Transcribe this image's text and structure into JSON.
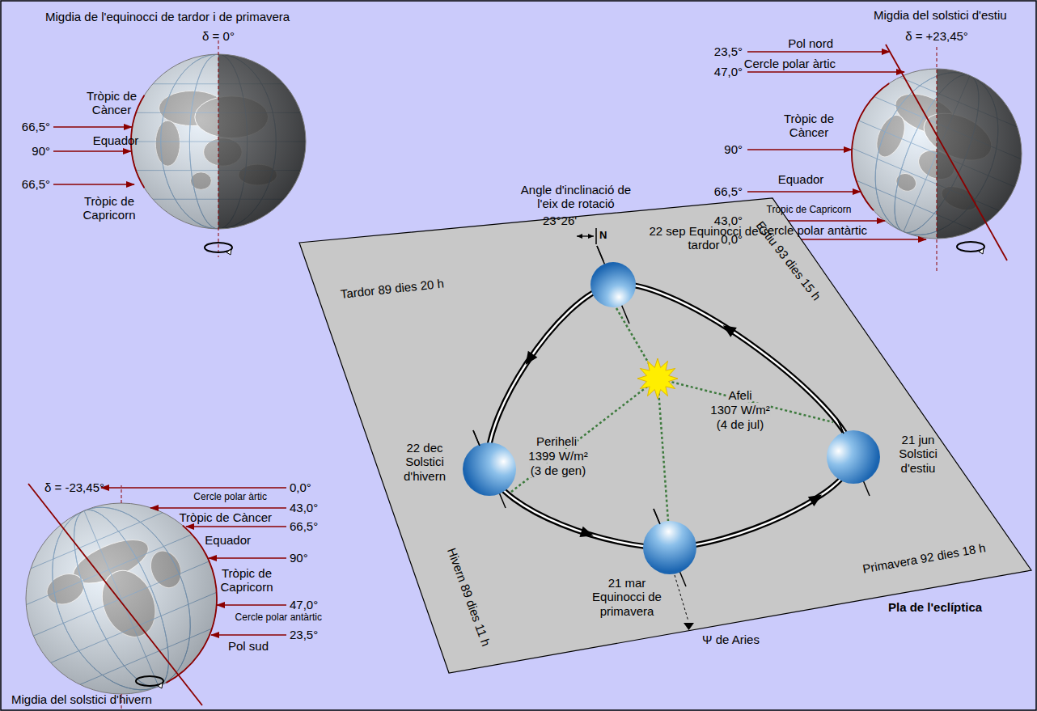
{
  "diagram": {
    "labels": [
      "Migdia de l'equinocci de tardor i de primavera",
      "δ = 0°",
      "Tròpic de Càncer",
      "66,5°",
      "90°",
      "Equador",
      "66,5°",
      "Tròpic de Capricorn",
      "Migdia del solstici d'estiu",
      "δ = +23,45°",
      "23,5°",
      "Pol nord",
      "47,0°",
      "Cercle polar àrtic",
      "Tròpic de Càncer",
      "90°",
      "66,5°",
      "Equador",
      "43,0°",
      "Tròpic de Capricorn",
      "0,0°",
      "Cercle polar antàrtic",
      "δ = -23,45°",
      "0,0°",
      "Cercle polar àrtic",
      "43,0°",
      "Tròpic de Càncer",
      "66,5°",
      "Equador",
      "90°",
      "Tròpic de Capricorn",
      "47,0°",
      "Cercle polar antàrtic",
      "23,5°",
      "Pol sud",
      "Migdia del solstici d'hivern",
      "Angle d'inclinació de l'eix de rotació",
      "23°26'",
      "N",
      "Estiu 93 dies 15 h",
      "22 sep Equinocci de tardor",
      "Tardor 89 dies 20 h",
      "Afeli",
      "1307 W/m²",
      "(4 de jul)",
      "Periheli",
      "1399 W/m²",
      "(3 de gen)",
      "22 dec Solstici d'hivern",
      "21 jun Solstici d'estiu",
      "21 mar Equinocci de primavera",
      "Primavera 92 dies 18 h",
      "Hivern 89 dies 11 h",
      "Pla de l'eclíptica",
      "Ψ de Aries"
    ]
  }
}
